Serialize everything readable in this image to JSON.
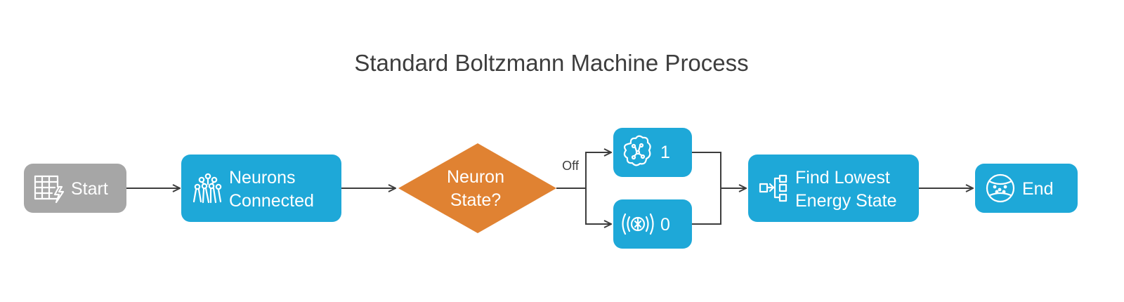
{
  "title": "Standard Boltzmann Machine Process",
  "colors": {
    "terminal_start": "#a6a6a6",
    "process": "#1ea8d8",
    "decision": "#e08232",
    "text_light": "#ffffff",
    "text_dark": "#3d3d3d",
    "edge": "#3d3d3d"
  },
  "nodes": {
    "start": {
      "label": "Start",
      "icon": "spreadsheet-bolt-icon"
    },
    "neurons_connected": {
      "line1": "Neurons",
      "line2": "Connected",
      "icon": "neuron-network-icon"
    },
    "neuron_state": {
      "line1": "Neuron",
      "line2": "State?"
    },
    "state_1": {
      "label": "1",
      "icon": "brain-icon"
    },
    "state_0": {
      "label": "0",
      "icon": "radiating-neuron-icon"
    },
    "find_lowest": {
      "line1": "Find Lowest",
      "line2": "Energy State",
      "icon": "flow-structure-icon"
    },
    "end": {
      "label": "End",
      "icon": "energy-ball-icon"
    }
  },
  "edges": {
    "decision_to_branches_label": "Off"
  }
}
